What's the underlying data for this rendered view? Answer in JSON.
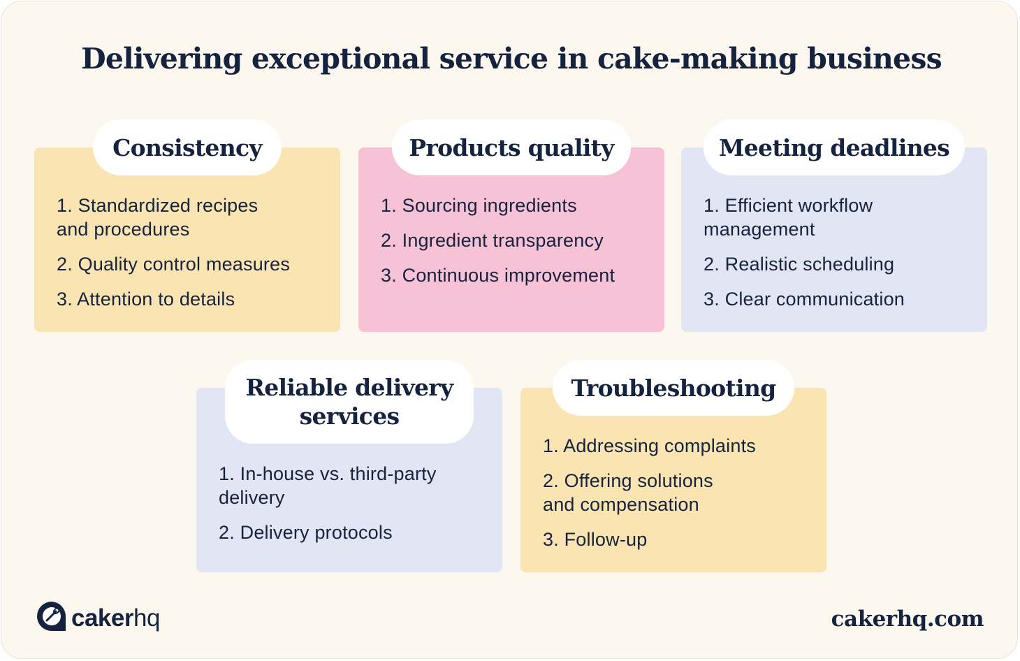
{
  "title": "Delivering exceptional service in cake-making business",
  "colors": {
    "background": "#fcf8f0",
    "yellow": "#fae5b2",
    "pink": "#f7c2d5",
    "lavender": "#e2e5f3",
    "text": "#15233f"
  },
  "cards": [
    {
      "heading": "Consistency",
      "items": [
        "1. Standardized recipes and procedures",
        "2. Quality control measures",
        "3. Attention to details"
      ]
    },
    {
      "heading": "Products quality",
      "items": [
        "1. Sourcing ingredients",
        "2. Ingredient transparency",
        "3. Continuous improvement"
      ]
    },
    {
      "heading": "Meeting deadlines",
      "items": [
        "1. Efficient workflow management",
        "2. Realistic scheduling",
        "3. Clear communication"
      ]
    },
    {
      "heading": "Reliable delivery services",
      "items": [
        "1. In-house vs. third-party delivery",
        "2. Delivery protocols"
      ]
    },
    {
      "heading": "Troubleshooting",
      "items": [
        "1. Addressing complaints",
        "2. Offering solutions and compensation",
        "3. Follow-up"
      ]
    }
  ],
  "footer": {
    "logo_icon": "whisk-chat-bubble-icon",
    "logo_bold": "caker",
    "logo_light": "hq",
    "site": "cakerhq.com"
  }
}
